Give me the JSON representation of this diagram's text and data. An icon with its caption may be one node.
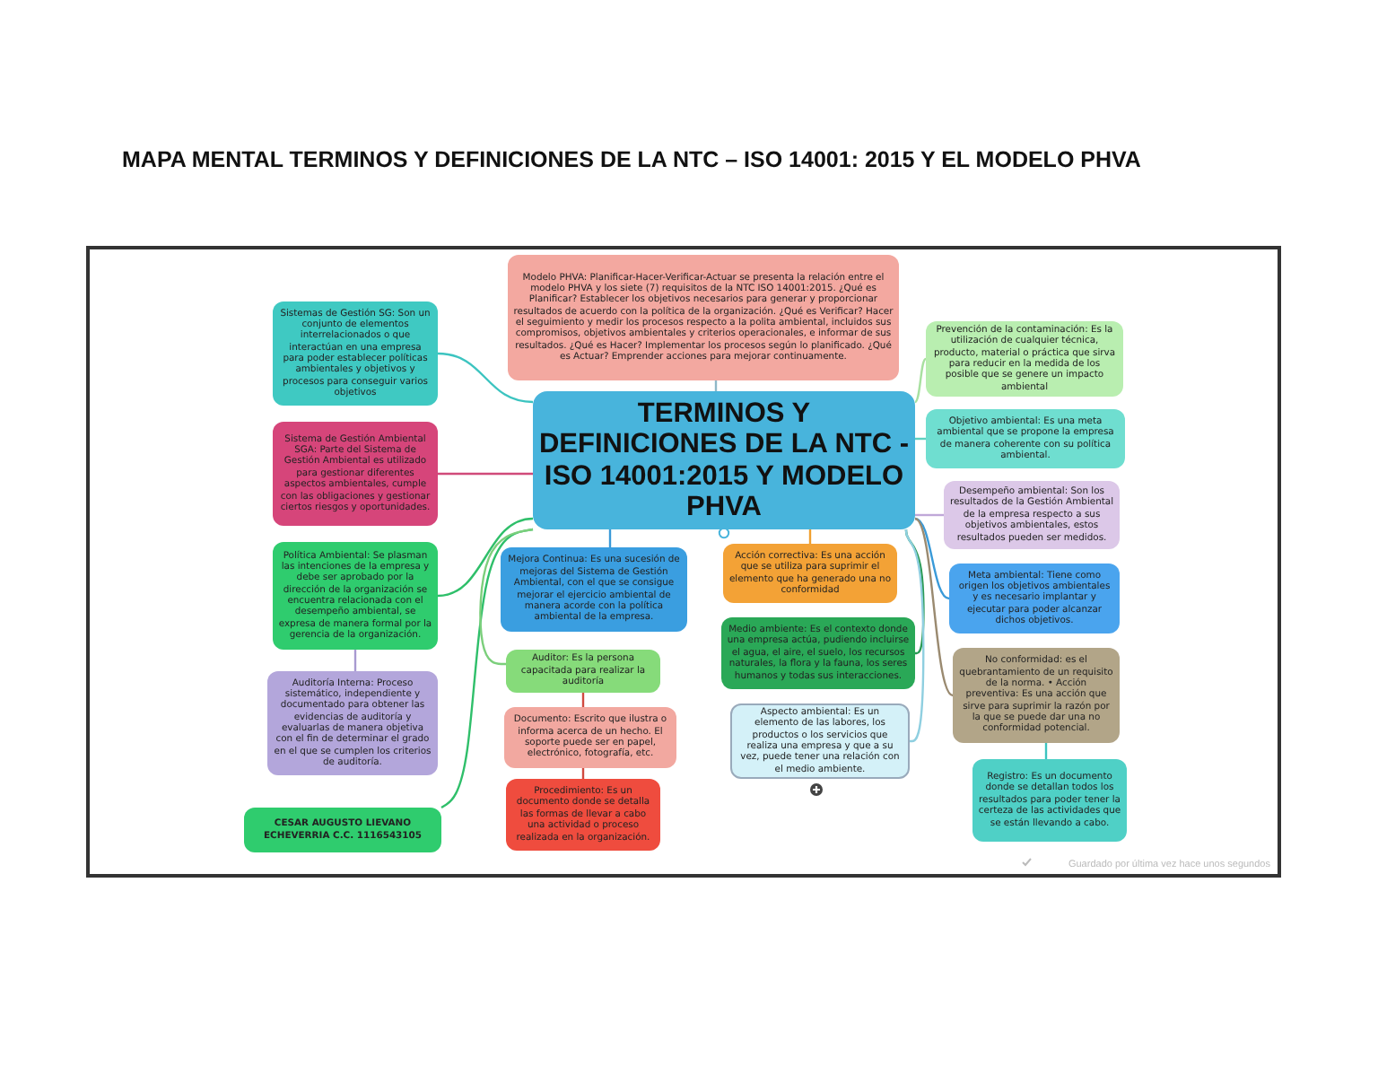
{
  "diagram": {
    "title": "MAPA MENTAL TERMINOS Y DEFINICIONES DE LA NTC – ISO 14001: 2015 Y EL MODELO PHVA",
    "nodes": [
      {
        "text": [
          "TERMINOS Y DEFINICIONES DE LA NTC - ISO 14001:2015 Y MODELO PHVA"
        ]
      },
      {
        "text": [
          "Modelo PHVA: Planificar-Hacer-Verificar-Actuar se presenta la relación entre el modelo PHVA y los siete (7) requisitos de la NTC ISO 14001:2015. ¿Qué es Planificar? Establecer los objetivos necesarios para generar y proporcionar resultados de acuerdo con la política de la organización. ¿Qué es Verificar? Hacer el seguimiento y medir los procesos respecto a la polita ambiental, incluidos sus compromisos, objetivos ambientales y criterios operacionales, e informar de sus resultados. ¿Qué es Hacer? Implementar los procesos según lo planificado. ¿Qué es Actuar? Emprender acciones para mejorar continuamente."
        ]
      },
      {
        "text": [
          "Sistemas de Gestión SG: Son un conjunto de elementos interrelacionados o que interactúan en una empresa para poder establecer políticas ambientales y objetivos y procesos para conseguir varios objetivos"
        ]
      },
      {
        "text": [
          "Sistema de Gestión Ambiental SGA: Parte del Sistema de Gestión Ambiental es utilizado para gestionar diferentes aspectos ambientales, cumple con las obligaciones y gestionar ciertos riesgos y oportunidades."
        ]
      },
      {
        "text": [
          "Política Ambiental: Se plasman las intenciones de la empresa y debe ser aprobado por la dirección de la organización se encuentra relacionada con el desempeño ambiental, se expresa de manera formal por la gerencia de la organización."
        ]
      },
      {
        "text": [
          "Auditoría Interna: Proceso sistemático, independiente y documentado para obtener las evidencias de auditoría y evaluarlas de manera objetiva con el fin de determinar el grado en el que se cumplen los criterios de auditoría."
        ]
      },
      {
        "text": [
          "CESAR AUGUSTO LIEVANO ECHEVERRIA C.C. 1116543105"
        ]
      },
      {
        "text": [
          "Mejora Continua: Es una sucesión de mejoras del Sistema de Gestión Ambiental, con el que se consigue mejorar el ejercicio ambiental de manera acorde con la política ambiental de la empresa."
        ]
      },
      {
        "text": [
          "Auditor: Es la persona capacitada para realizar la auditoría"
        ]
      },
      {
        "text": [
          "Documento: Escrito que ilustra o informa acerca de un hecho. El soporte puede ser en papel, electrónico, fotografía, etc."
        ]
      },
      {
        "text": [
          "Procedimiento: Es un documento donde se detalla las formas de llevar a cabo una actividad o proceso realizada en la organización."
        ]
      },
      {
        "text": [
          "Acción correctiva: Es una acción que se utiliza para suprimir el elemento que ha generado una no conformidad"
        ]
      },
      {
        "text": [
          "Medio ambiente: Es el contexto donde una empresa actúa, pudiendo incluirse el agua, el aire, el suelo, los recursos naturales, la flora y la fauna, los seres humanos y todas sus interacciones."
        ]
      },
      {
        "text": [
          "Aspecto ambiental: Es un elemento de las labores, los productos o los servicios que realiza una empresa y que a su vez, puede tener una relación con el medio ambiente."
        ]
      },
      {
        "text": [
          "Prevención de la contaminación: Es la utilización de cualquier técnica, producto, material o práctica que sirva para reducir en la medida de los posible que se genere un impacto ambiental"
        ]
      },
      {
        "text": [
          "Objetivo ambiental: Es una meta ambiental que se propone la empresa de manera coherente con su política ambiental."
        ]
      },
      {
        "text": [
          "Desempeño ambiental: Son los resultados de la Gestión Ambiental de la empresa respecto a sus objetivos ambientales, estos resultados pueden ser medidos."
        ]
      },
      {
        "text": [
          "Meta ambiental: Tiene como origen los objetivos ambientales y es necesario implantar y ejecutar para poder alcanzar dichos objetivos."
        ]
      },
      {
        "text": [
          "No conformidad: es el quebrantamiento de un requisito de la norma. • Acción preventiva: Es una acción que sirve para suprimir la razón por la que se puede dar una no conformidad potencial."
        ]
      },
      {
        "text": [
          "Registro: Es un documento donde se detallan todos los resultados para poder tener la certeza de las actividades que se están llevando a cabo."
        ]
      }
    ],
    "edges": [
      {
        "from": 0,
        "to": 1,
        "arrow": "none",
        "color": "#8fb8c8"
      },
      {
        "from": 0,
        "to": 2,
        "arrow": "none",
        "color": "#3cc4c0"
      },
      {
        "from": 0,
        "to": 3,
        "arrow": "none",
        "color": "#d04a7a"
      },
      {
        "from": 0,
        "to": 4,
        "arrow": "none",
        "color": "#2fbf6a"
      },
      {
        "from": 4,
        "to": 5,
        "arrow": "none",
        "color": "#a89ad0"
      },
      {
        "from": 0,
        "to": 6,
        "arrow": "none",
        "color": "#2fbf6a"
      },
      {
        "from": 0,
        "to": 7,
        "arrow": "none",
        "color": "#3a9ad8"
      },
      {
        "from": 0,
        "to": 8,
        "arrow": "none",
        "color": "#7ccf7c"
      },
      {
        "from": 8,
        "to": 9,
        "arrow": "none",
        "color": "#d04a40"
      },
      {
        "from": 9,
        "to": 10,
        "arrow": "none",
        "color": "#d04a40"
      },
      {
        "from": 0,
        "to": 11,
        "arrow": "none",
        "color": "#f0a030"
      },
      {
        "from": 0,
        "to": 12,
        "arrow": "none",
        "color": "#2a9a55"
      },
      {
        "from": 0,
        "to": 13,
        "arrow": "none",
        "color": "#8fcfe0"
      },
      {
        "from": 0,
        "to": 14,
        "arrow": "none",
        "color": "#a8e0a0"
      },
      {
        "from": 0,
        "to": 15,
        "arrow": "none",
        "color": "#5fd0c0"
      },
      {
        "from": 0,
        "to": 16,
        "arrow": "none",
        "color": "#c0a8d8"
      },
      {
        "from": 0,
        "to": 17,
        "arrow": "none",
        "color": "#3a9ad8"
      },
      {
        "from": 0,
        "to": 18,
        "arrow": "none",
        "color": "#9a8a70"
      },
      {
        "from": 18,
        "to": 19,
        "arrow": "none",
        "color": "#3cc4c0"
      }
    ],
    "labels": [
      "Guardado por última vez hace unos segundos"
    ]
  }
}
